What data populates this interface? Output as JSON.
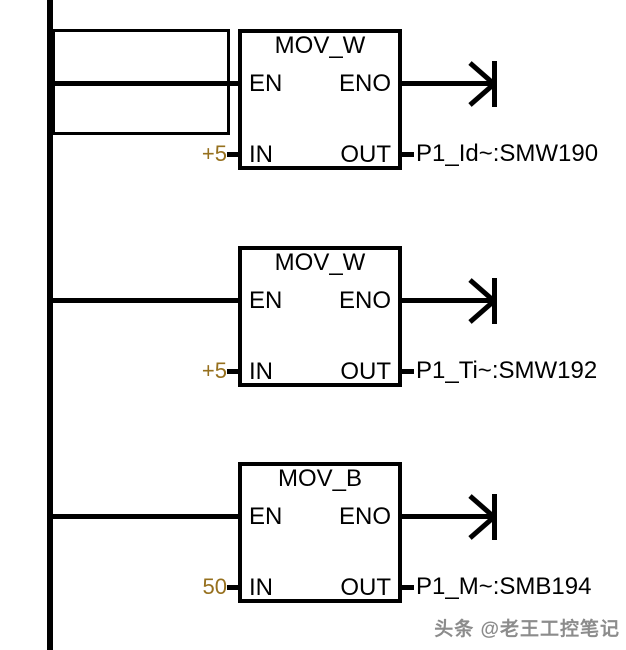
{
  "colors": {
    "line": "#000000",
    "constant": "#96701e",
    "watermark": "#8c8c8c",
    "background": "#ffffff"
  },
  "watermark": "头条 @老王工控笔记",
  "rungs": [
    {
      "block": {
        "title": "MOV_W",
        "en": "EN",
        "eno": "ENO",
        "in": "IN",
        "out": "OUT"
      },
      "in_value": "+5",
      "out_operand": "P1_Id~:SMW190"
    },
    {
      "block": {
        "title": "MOV_W",
        "en": "EN",
        "eno": "ENO",
        "in": "IN",
        "out": "OUT"
      },
      "in_value": "+5",
      "out_operand": "P1_Ti~:SMW192"
    },
    {
      "block": {
        "title": "MOV_B",
        "en": "EN",
        "eno": "ENO",
        "in": "IN",
        "out": "OUT"
      },
      "in_value": "50",
      "out_operand": "P1_M~:SMB194"
    }
  ]
}
